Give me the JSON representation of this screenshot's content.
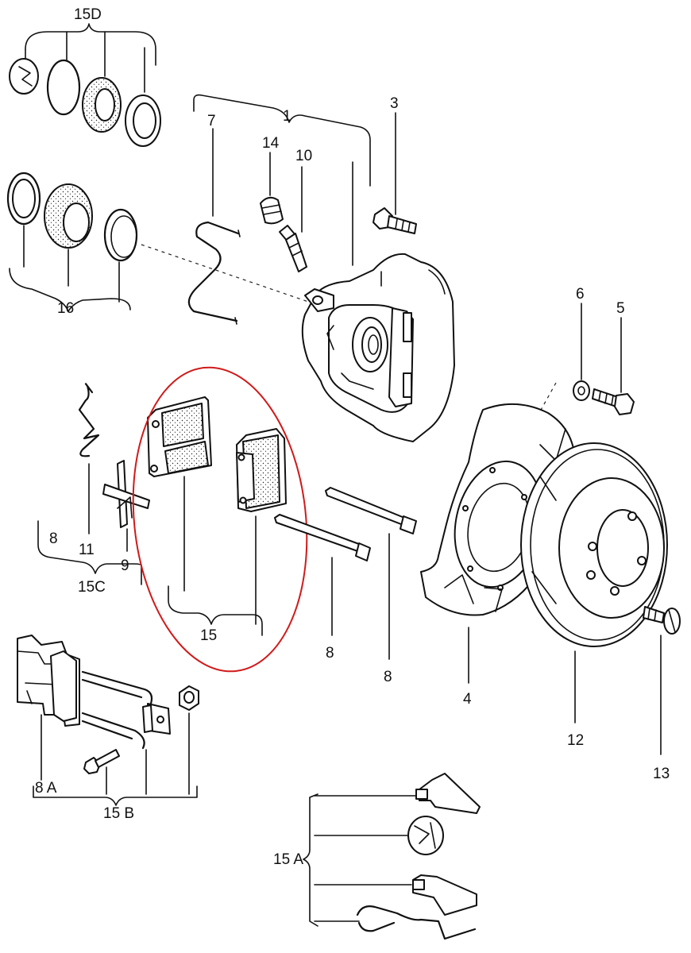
{
  "labels": {
    "l15d": "15D",
    "l1": "1",
    "l7": "7",
    "l14": "14",
    "l10": "10",
    "l3": "3",
    "l16": "16",
    "l6": "6",
    "l5": "5",
    "l11": "11",
    "l9": "9",
    "l8a": "8",
    "l15c": "15C",
    "l15": "15",
    "l8b": "8",
    "l8c": "8",
    "l4": "4",
    "l12": "12",
    "l13": "13",
    "l8A": "8 A",
    "l15B": "15 B",
    "l15A": "15 A"
  },
  "highlight_color": "#d11a1a"
}
